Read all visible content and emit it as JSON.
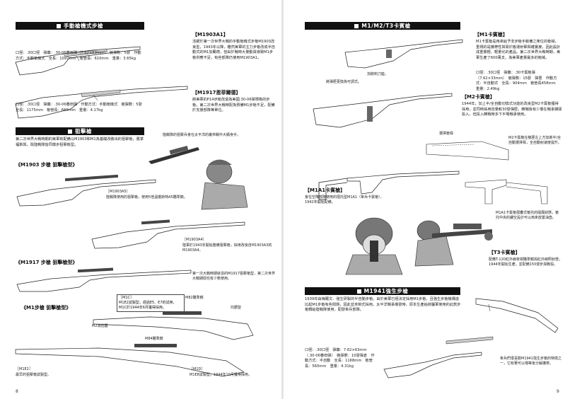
{
  "left": {
    "header_bolt": "手動槍機式步槍",
    "m1903a1": {
      "title": "【M1903A1】",
      "text": "活躍於第一次世界大戰的手動槍機式步槍M1903改良型，1943年以降，雖然美軍的主力步槍改成半自動式的M1加蘭德，但由於戰時大量動員導致M1步槍供應不足，有些部隊仍使用M1903A1。",
      "specs": "口徑：.30口徑　彈藥：.30-06春田彈（7.62×63mm）　裝彈數：5發　作動方式：手動槍機式　全長：1097mm　槍管長：610mm　重量：3.65kg"
    },
    "m1917": {
      "title": "【M1917恩菲爾德】",
      "text": "將美軍的P14步槍改造為美國.30-06彈規格的步槍。第二次世界大戰時配為預備M1步槍不足，配備於支援部隊等單位。",
      "specs": "口徑：.30口徑　彈藥：.30-06春田彈　作動方式：手動槍機式　裝彈數：5發　全長：1175mm　槍管長：660mm　重量：4.17kg"
    },
    "header_sniper": "狙擊槍",
    "sniper_intro": "第二次世界大戰時期的美軍有配備以M1903和M1為基礎改裝出的狙擊槍，舊季福斯與，與陸戰隊皆同樣步狙擊槍型。",
    "sniper_figure_caption": "陸戰隊的狙擊兵會在太平洋的叢林戰中大顯身手。",
    "m1903_sniper_title": "《M1903 步槍 狙擊槍型》",
    "m1903a5": {
      "label": "［M1903A5］",
      "text": "陸戰隊使用的狙擊槍，使用5倍溫徹斯特A5瞄準鏡。"
    },
    "m1903a4": {
      "label": "［M1903A4］",
      "text": "陸軍於1943年開始整備狙擊槍，採用改良自M1903A3的M1903A4。"
    },
    "m1917_sniper_title": "《M1917 步槍 狙擊槍型》",
    "m1917_sniper_text": "第一次大戰時期就造的M1917狙擊槍型，第二次世界大戰期間也有少數使用。",
    "m1_sniper_title": "《M1步槍 狙擊槍型》",
    "m1c": {
      "label": "［M1C］",
      "text": "M1E2試製型，經過E5、E7的試用，M1C於1944年6月獲得採用。"
    },
    "m82_label": "M82瞄準鏡",
    "cheek_label": "托腮墊",
    "m2_flash_label": "M2消焰器",
    "m84_label": "M84瞄準鏡",
    "m1e2": {
      "label": "［M1E2］",
      "text": "最早的狙擊槍試製型。"
    },
    "m1d": {
      "label": "［M1D］",
      "text": "M1E8試製型，1944年10月獲得採用。"
    },
    "page_number": "8"
  },
  "right": {
    "header_carbine": "M1/M2/T3卡賓槍",
    "m1": {
      "title": "【M1卡賓槍】",
      "text": "M1卡賓槍是用來給予非步槍手裝備之單位的槍械，重視的是攜帶性與易於搬運射擊與確實度，因此設計成重量輕、輕量化的產品。第二次世界大戰時期，美軍生產了600萬支，為美軍產量最多的槍械。",
      "specs": "口徑：.30口徑　彈藥：.30卡賓槍彈（7.62×33mm）　裝彈數：15發　彈匣　作動方式：半自動式　全長：904mm　槍管長458mm　重量：2.49kg"
    },
    "knurl_label": "加裝刺刀座。",
    "mag_label": "將彈匣更換為可調式。",
    "m2": {
      "title": "【M2卡賓槍】",
      "text": "1944年，加上半/全自動切換式功能的改良型M2卡賓槍獲得採用，並同時採用容量較30發彈匣，韓戰後有少量在戰爭期間投入，但投入韓戰時多下半場戰爭使用。"
    },
    "selector_label": "選擇槍桿",
    "m2_side_note": "M2卡賓槍在機匣左上方加裝半/全自動選擇桿，全自動射速度提升。",
    "m1a1": {
      "title": "【M1A1卡賓槍】",
      "text": "會在空降部隊使用的摺托型M1A1（傘兵卡賓槍），1942年開始配備。"
    },
    "m1a1_fold_note": "M1A1卡賓槍摺疊式槍托的開展狀態，槍托中央的鏤空設計可以用來放置油壺。",
    "t3": {
      "title": "【T3卡賓槍】",
      "text": "配備T-120紅外線夜視瞄準鏡與紅外線照射燈，1944年開始生產，並配備150發步與戰役。"
    },
    "header_m1941": "M1941強生步槍",
    "m1941_text": "1939年由梅爾文．強生研製的半自動步槍。由於美軍已經決定採用M1步槍，且強生步槍機構造比起M1步槍有些問題，因此並未制式採用。太平洋戰爭爆發時，原本生產給荷屬軍使用的此款步槍轉給陸戰隊使用，配發傘兵部隊。",
    "m1941_specs": "口徑：.30口徑　彈藥：7.62×63mm（.30-06春田彈）　裝彈數：10發彈倉　作動方式：半自動　全長：1168mm　槍管長：560mm　重量：4.31kg",
    "m1941_note": "傘兵們很喜歡M1941強生步槍的特徵之一，它有著可以嘿等後分解攜帶。",
    "page_number": "9"
  }
}
